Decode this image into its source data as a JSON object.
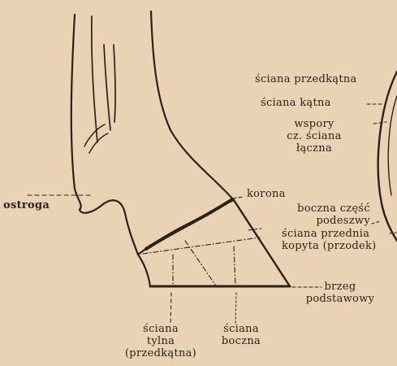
{
  "labels": {
    "sciana_przedkatna": "ściana przedkątna",
    "sciana_katna": "ściana kątna",
    "wspory_1": "wspory",
    "wspory_2": "cz. ściana",
    "wspory_3": "łączna",
    "korona": "korona",
    "ostroga": "ostroga",
    "boczna_1": "boczna część",
    "boczna_2": "podeszwy",
    "przednia_1": "ściana przednia",
    "przednia_2": "kopyta (przodek)",
    "brzeg_1": "brzeg",
    "brzeg_2": "podstawowy",
    "tylna_1": "ściana",
    "tylna_2": "tylna",
    "tylna_3": "(przedkątna)",
    "bok_1": "ściana",
    "bok_2": "boczna"
  },
  "colors": {
    "paper": "#e9d3b4",
    "ink": "#2b211b"
  }
}
